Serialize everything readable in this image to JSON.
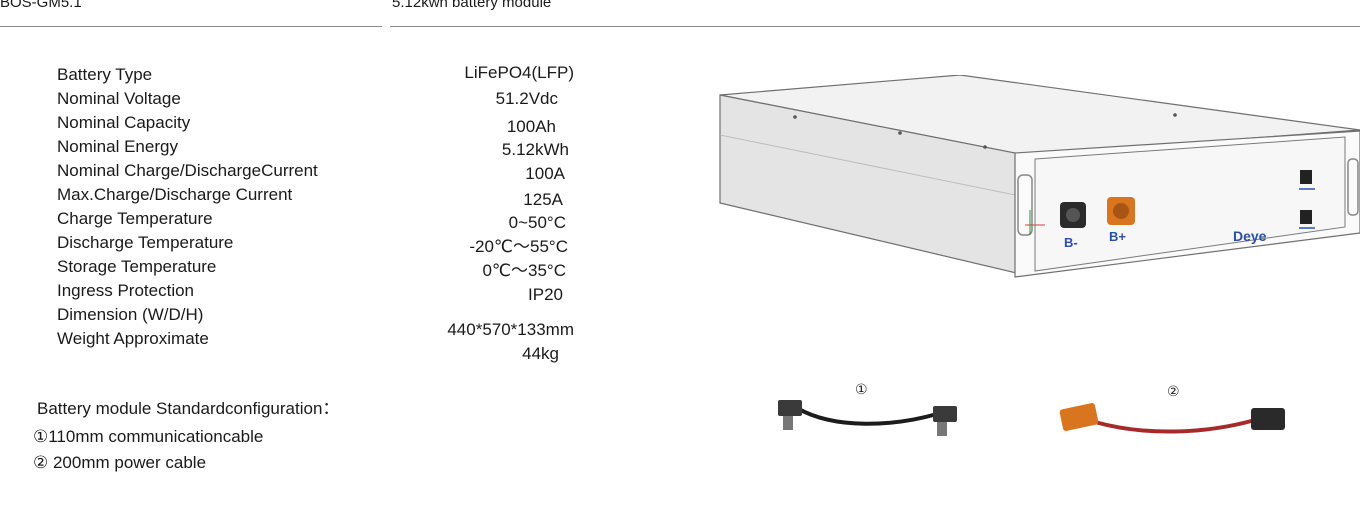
{
  "header": {
    "model": "BOS-GM5.1",
    "title": "5.12kwh battery module"
  },
  "specs": [
    {
      "label": "Battery Type",
      "value": "LiFePO4(LFP)"
    },
    {
      "label": "Nominal Voltage",
      "value": "51.2Vdc"
    },
    {
      "label": "Nominal Capacity",
      "value": "100Ah"
    },
    {
      "label": "Nominal Energy",
      "value": "5.12kWh"
    },
    {
      "label": "Nominal Charge/DischargeCurrent",
      "value": "100A"
    },
    {
      "label": "Max.Charge/Discharge Current",
      "value": "125A"
    },
    {
      "label": "Charge Temperature",
      "value": "0~50°C"
    },
    {
      "label": "Discharge Temperature",
      "value": "-20℃～55°C"
    },
    {
      "label": "Storage Temperature",
      "value": "0℃～35°C"
    },
    {
      "label": "Ingress Protection",
      "value": "IP20"
    },
    {
      "label": "Dimension (W/D/H)",
      "value": "440*570*133mm"
    },
    {
      "label": "Weight Approximate",
      "value": "44kg"
    }
  ],
  "config": {
    "title": "Battery module Standardconfiguration：",
    "items": [
      "①110mm communicationcable",
      "② 200mm power cable"
    ]
  },
  "image": {
    "terminal_neg": "B-",
    "terminal_pos": "B+",
    "brand": "Deye",
    "cable1_marker": "①",
    "cable2_marker": "②"
  },
  "colors": {
    "rule": "#8a8a8a",
    "orange_connector": "#d9741f",
    "brand_blue": "#2a4fa8",
    "power_cable": "#a62a2a"
  }
}
